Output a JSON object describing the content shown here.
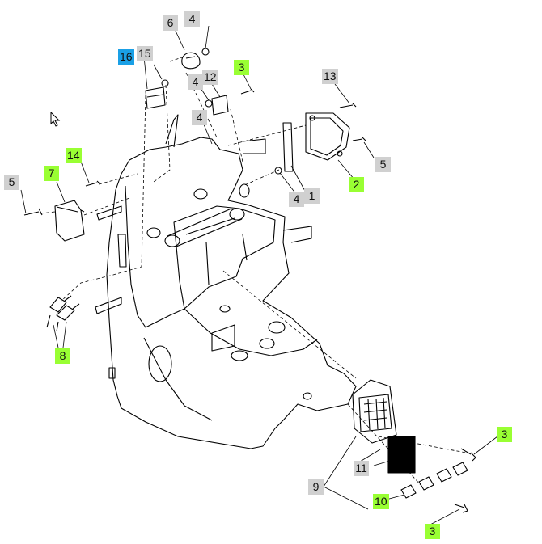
{
  "diagram": {
    "colors": {
      "grey_tag": "#d0d0d0",
      "green_tag": "#99ff33",
      "blue_tag": "#1aa0e6"
    },
    "callouts": [
      {
        "id": "c6",
        "text": "6",
        "style": "grey"
      },
      {
        "id": "c4a",
        "text": "4",
        "style": "grey"
      },
      {
        "id": "c16",
        "text": "16",
        "style": "blue"
      },
      {
        "id": "c15",
        "text": "15",
        "style": "grey"
      },
      {
        "id": "c3a",
        "text": "3",
        "style": "green"
      },
      {
        "id": "c4b",
        "text": "4",
        "style": "grey"
      },
      {
        "id": "c12",
        "text": "12",
        "style": "grey"
      },
      {
        "id": "c13",
        "text": "13",
        "style": "grey"
      },
      {
        "id": "c4c",
        "text": "4",
        "style": "grey"
      },
      {
        "id": "c14",
        "text": "14",
        "style": "green"
      },
      {
        "id": "c7",
        "text": "7",
        "style": "green"
      },
      {
        "id": "c5a",
        "text": "5",
        "style": "grey"
      },
      {
        "id": "c5b",
        "text": "5",
        "style": "grey"
      },
      {
        "id": "c2",
        "text": "2",
        "style": "green"
      },
      {
        "id": "c4d",
        "text": "4",
        "style": "grey"
      },
      {
        "id": "c1",
        "text": "1",
        "style": "grey"
      },
      {
        "id": "c8",
        "text": "8",
        "style": "green"
      },
      {
        "id": "c3b",
        "text": "3",
        "style": "green"
      },
      {
        "id": "c11",
        "text": "11",
        "style": "grey"
      },
      {
        "id": "c9",
        "text": "9",
        "style": "grey"
      },
      {
        "id": "c10",
        "text": "10",
        "style": "green"
      },
      {
        "id": "c3c",
        "text": "3",
        "style": "green"
      }
    ]
  }
}
